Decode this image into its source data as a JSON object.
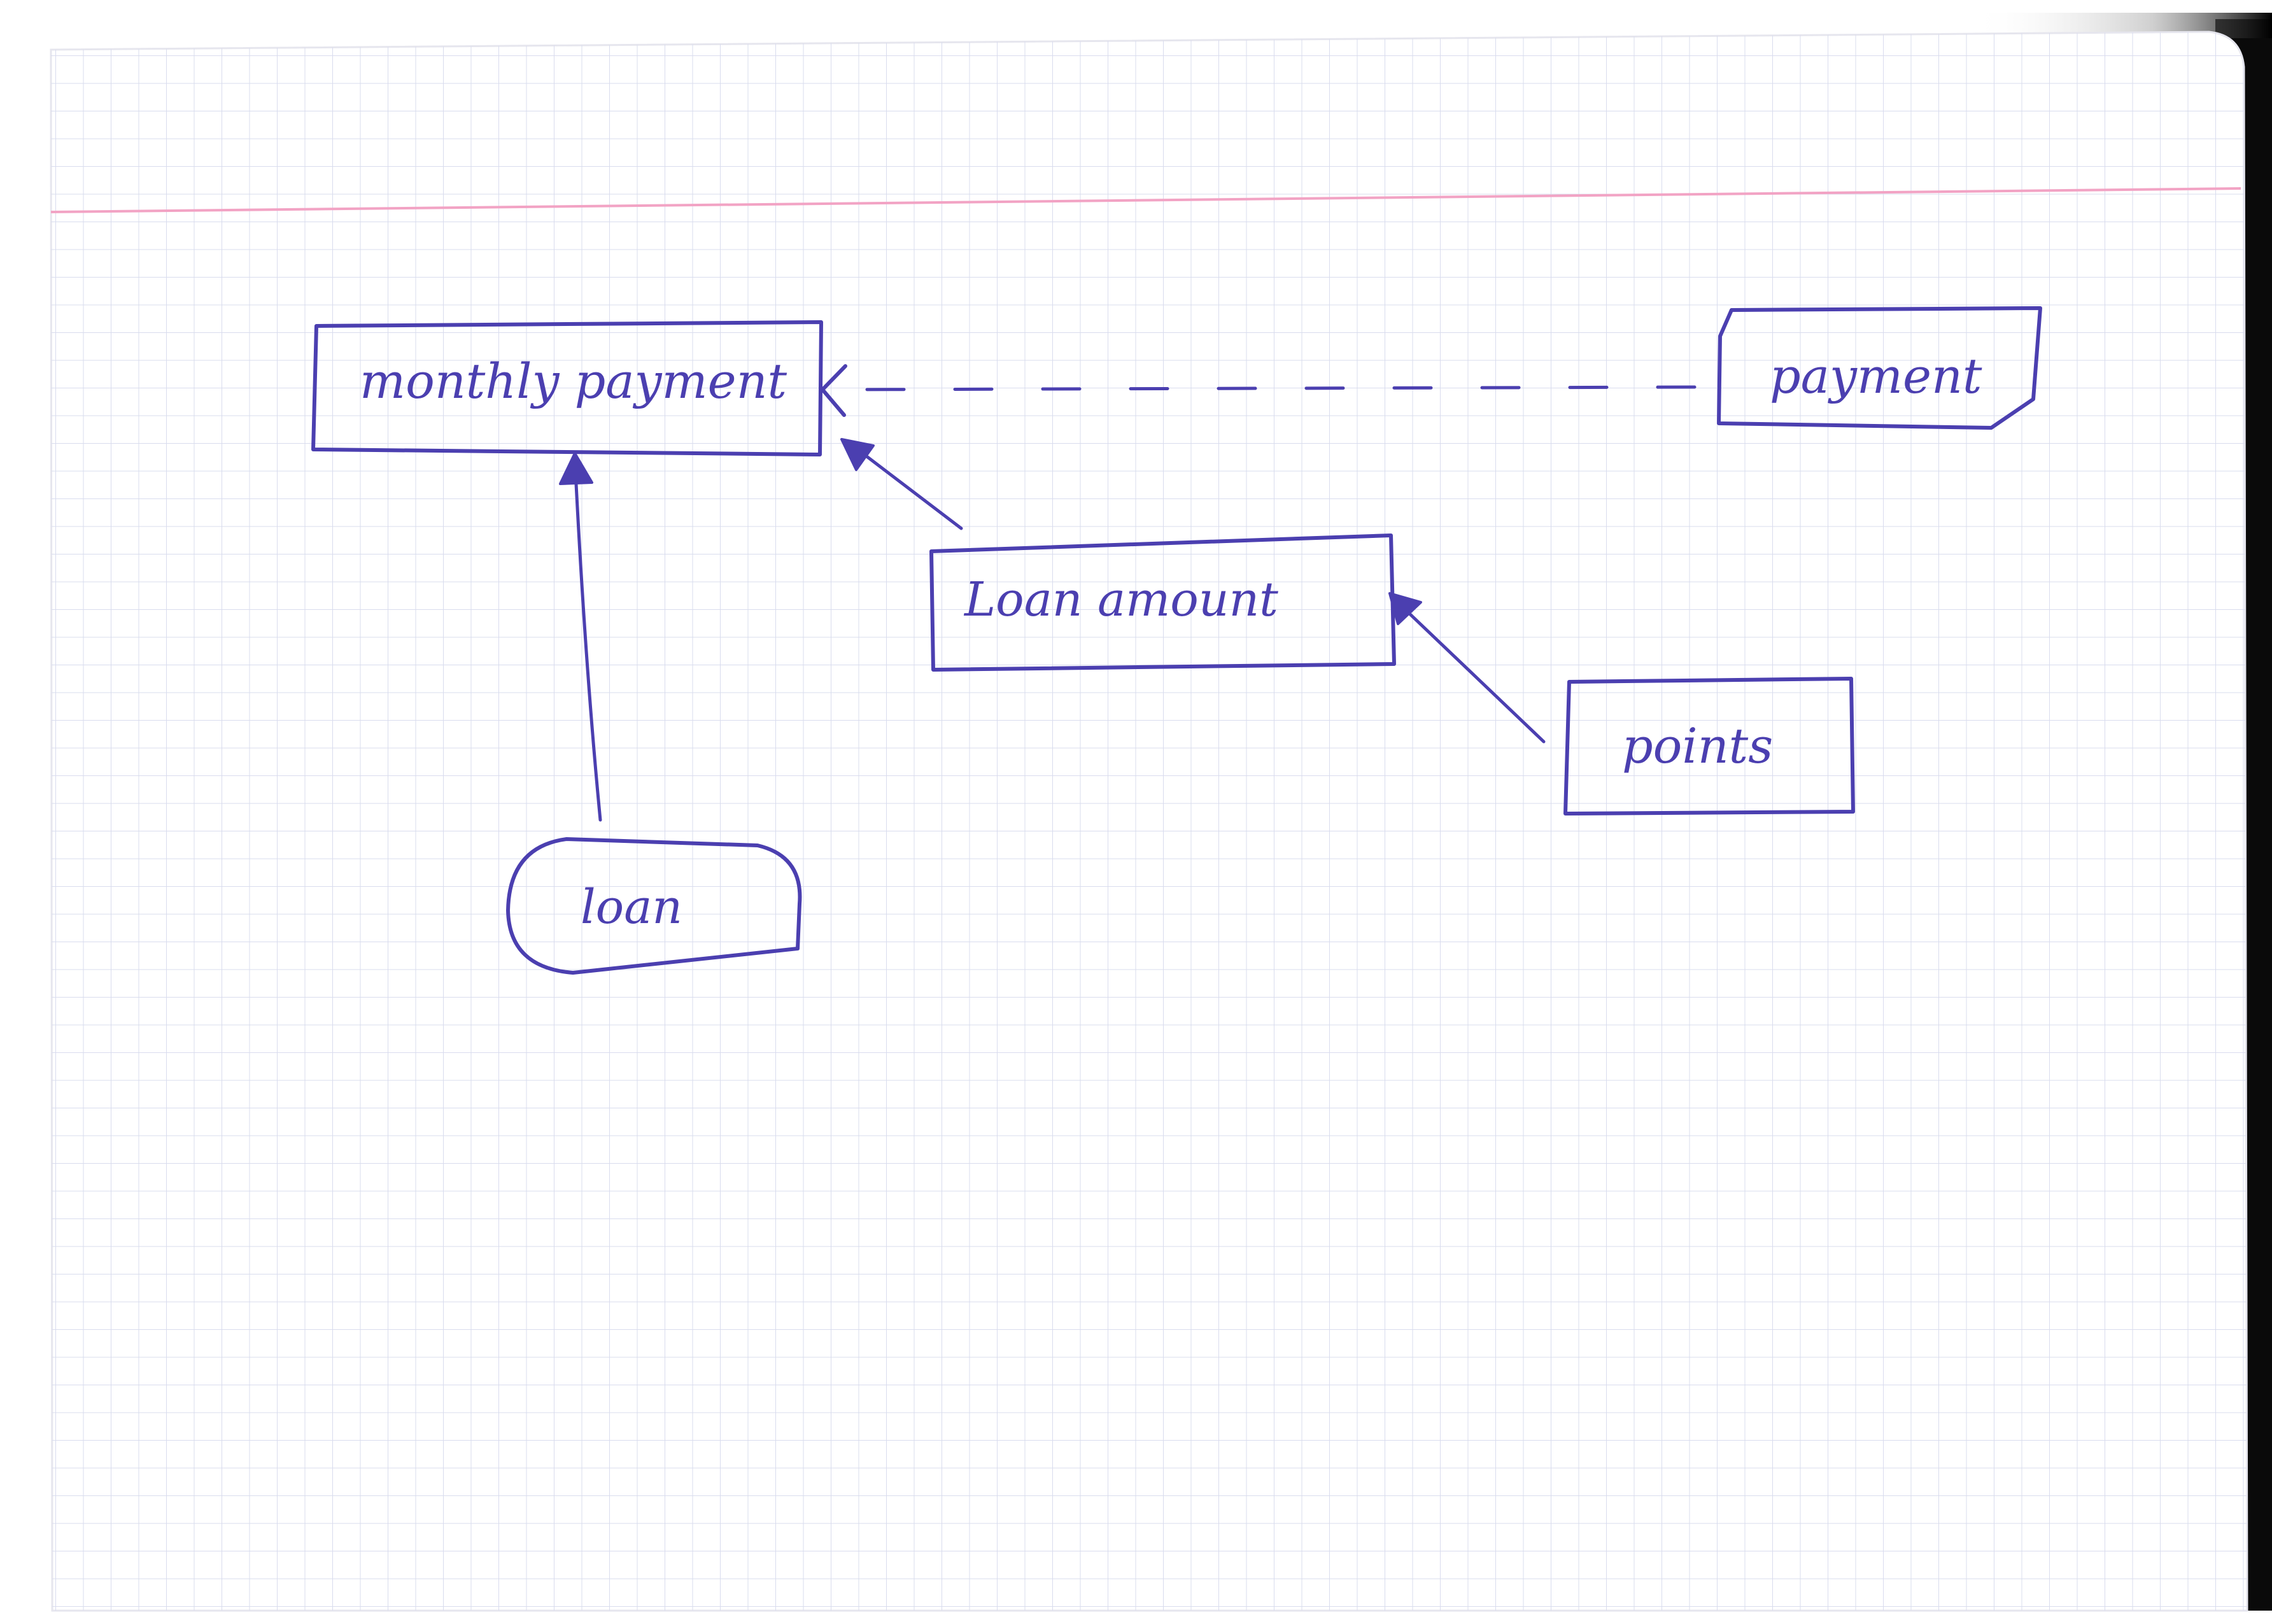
{
  "diagram": {
    "ink_color": "#4b3fb0",
    "paper_color": "#ffffff",
    "grid_color": "#d9dcee",
    "margin_line_color": "#f2a3c4",
    "nodes": [
      {
        "id": "monthly_payment",
        "shape": "rectangle",
        "label": "monthly payment"
      },
      {
        "id": "payment",
        "shape": "note-folded-corners",
        "label": "payment"
      },
      {
        "id": "loan_amount",
        "shape": "rectangle",
        "label": "Loan amount"
      },
      {
        "id": "points",
        "shape": "rectangle",
        "label": "points"
      },
      {
        "id": "loan",
        "shape": "rounded",
        "label": "loan"
      }
    ],
    "edges": [
      {
        "from": "payment",
        "to": "monthly_payment",
        "style": "dashed",
        "head": "open-arrow"
      },
      {
        "from": "loan_amount",
        "to": "monthly_payment",
        "style": "solid",
        "head": "filled-triangle"
      },
      {
        "from": "points",
        "to": "loan_amount",
        "style": "solid",
        "head": "filled-triangle"
      },
      {
        "from": "loan",
        "to": "monthly_payment",
        "style": "solid",
        "head": "filled-triangle"
      }
    ]
  }
}
